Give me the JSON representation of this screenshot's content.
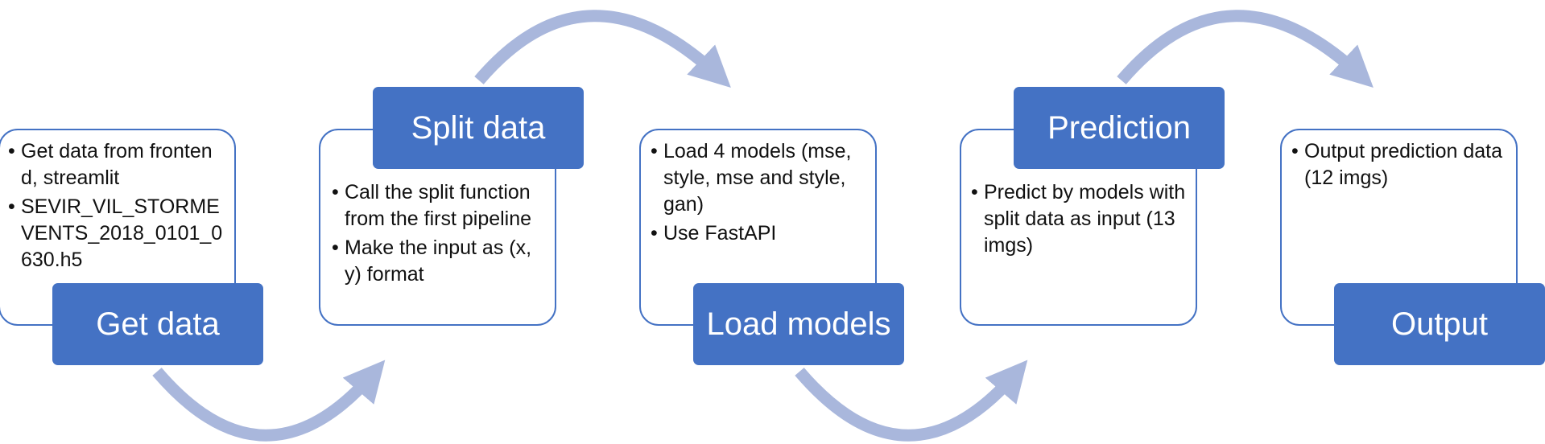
{
  "colors": {
    "label_fill": "#4472c4",
    "card_border": "#4472c4",
    "arrow": "#a9b7dc"
  },
  "steps": [
    {
      "title": "Get data",
      "bullets": [
        "Get data from frontend, streamlit",
        "SEVIR_VIL_STORMEVENTS_2018_0101_0630.h5"
      ]
    },
    {
      "title": "Split data",
      "bullets": [
        "Call the split function from the first pipeline",
        "Make the input as (x, y) format"
      ]
    },
    {
      "title": "Load models",
      "bullets": [
        "Load 4 models (mse, style, mse and style, gan)",
        "Use FastAPI"
      ]
    },
    {
      "title": "Prediction",
      "bullets": [
        "Predict by models with split data as input (13 imgs)"
      ]
    },
    {
      "title": "Output",
      "bullets": [
        "Output prediction data (12 imgs)"
      ]
    }
  ]
}
